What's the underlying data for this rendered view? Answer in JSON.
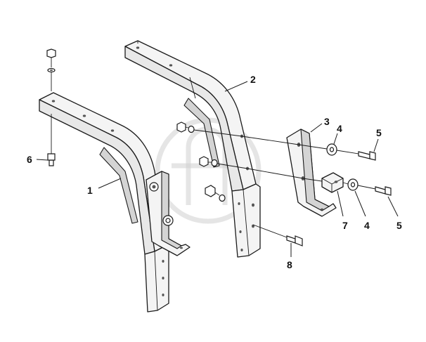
{
  "diagram": {
    "callouts": [
      {
        "id": "c1",
        "label": "1"
      },
      {
        "id": "c2",
        "label": "2"
      },
      {
        "id": "c3",
        "label": "3"
      },
      {
        "id": "c4a",
        "label": "4"
      },
      {
        "id": "c5a",
        "label": "5"
      },
      {
        "id": "c6",
        "label": "6"
      },
      {
        "id": "c7",
        "label": "7"
      },
      {
        "id": "c4b",
        "label": "4"
      },
      {
        "id": "c5b",
        "label": "5"
      },
      {
        "id": "c8",
        "label": "8"
      }
    ],
    "watermark_icon": "brand-logo-watermark"
  }
}
